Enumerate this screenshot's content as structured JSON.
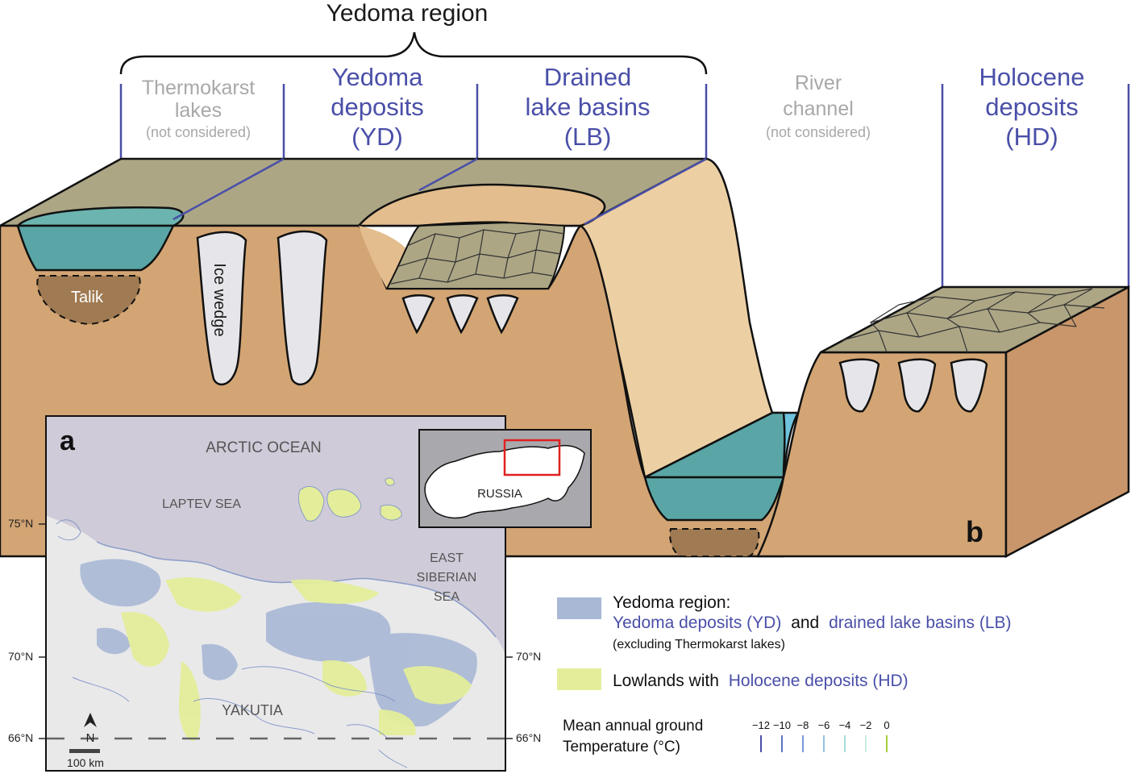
{
  "header": {
    "title": "Yedoma region",
    "columns": {
      "thermokarst": {
        "line1": "Thermokarst",
        "line2": "lakes",
        "note": "(not considered)"
      },
      "yedoma": {
        "line1": "Yedoma",
        "line2": "deposits",
        "line3": "(YD)"
      },
      "drained": {
        "line1": "Drained",
        "line2": "lake basins",
        "line3": "(LB)"
      },
      "river": {
        "line1": "River",
        "line2": "channel",
        "note": "(not considered)"
      },
      "holocene": {
        "line1": "Holocene",
        "line2": "deposits",
        "line3": "(HD)"
      }
    }
  },
  "block_labels": {
    "talik": "Talik",
    "ice_wedge": "Ice wedge",
    "panel_b": "b"
  },
  "map": {
    "panel_a": "a",
    "arctic_ocean": "ARCTIC OCEAN",
    "laptev_sea": "LAPTEV SEA",
    "east_siberian_1": "EAST",
    "east_siberian_2": "SIBERIAN",
    "east_siberian_3": "SEA",
    "yakutia": "YAKUTIA",
    "lat_75_left": "75°N",
    "lat_70_left": "70°N",
    "lat_70_right": "70°N",
    "lat_66_left": "66°N",
    "lat_66_right": "66°N",
    "north": "N",
    "scale": "100 km",
    "inset_country": "RUSSIA"
  },
  "legend": {
    "yedoma_title": "Yedoma region:",
    "yd_text": "Yedoma deposits (YD)",
    "and_text": "and",
    "lb_text": "drained lake basins (LB)",
    "excluding": "(excluding Thermokarst lakes)",
    "lowlands_prefix": "Lowlands with",
    "hd_text": "Holocene deposits (HD)",
    "temp_line1": "Mean annual ground",
    "temp_line2": "Temperature (°C)",
    "temp_ticks": [
      "−12",
      "−10",
      "−8",
      "−6",
      "−4",
      "−2",
      "0"
    ]
  },
  "colors": {
    "accent_blue": "#4a4fa8",
    "grey_text": "#a8a8a8",
    "soil": "#d3a574",
    "surface": "#aca685",
    "water": "#5aa6a6",
    "ice": "#e6e6ea",
    "talik": "#a07a52",
    "yedoma_swatch": "#a9b8d5",
    "lowland_swatch": "#e4ee9a",
    "map_ocean": "#cfcbd8",
    "map_land": "#e9e9ea"
  }
}
